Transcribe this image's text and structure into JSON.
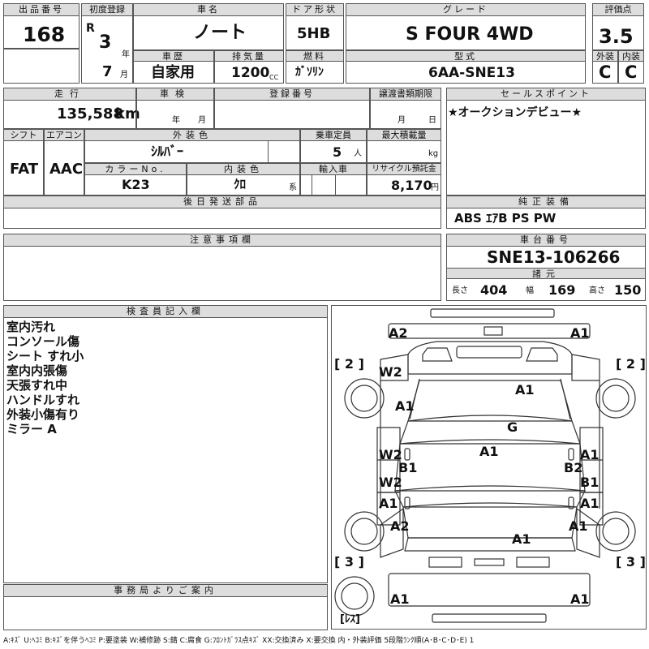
{
  "header": {
    "lot_no_label": "出品番号",
    "lot_no": "168",
    "first_reg_label": "初度登録",
    "era": "R",
    "year": "3",
    "year_unit": "年",
    "month": "7",
    "month_unit": "月",
    "car_name_label": "車名",
    "car_name": "ノート",
    "history_label": "車歴",
    "history": "自家用",
    "displacement_label": "排気量",
    "displacement": "1200",
    "displacement_unit": "CC",
    "door_label": "ドア形状",
    "door": "5HB",
    "fuel_label": "燃料",
    "fuel": "ｶﾞｿﾘﾝ",
    "grade_label": "グレード",
    "grade": "S FOUR 4WD",
    "model_label": "型式",
    "model": "6AA-SNE13",
    "score_label": "評価点",
    "score": "3.5",
    "exterior_label": "外装",
    "exterior": "C",
    "interior_label": "内装",
    "interior": "C"
  },
  "row2": {
    "mileage_label": "走行",
    "mileage": "135,588",
    "mileage_unit": "km",
    "inspection_label": "車検",
    "insp_year_unit": "年",
    "insp_month_unit": "月",
    "reg_no_label": "登録番号",
    "transfer_label": "譲渡書類期限",
    "transfer_month_unit": "月",
    "transfer_day_unit": "日",
    "shift_label": "シフト",
    "shift": "FAT",
    "ac_label": "エアコン",
    "ac": "AAC",
    "ext_color_label": "外装色",
    "ext_color": "ｼﾙﾊﾞｰ",
    "capacity_label": "乗車定員",
    "capacity": "5",
    "capacity_unit": "人",
    "max_load_label": "最大積載量",
    "max_load_unit": "kg",
    "color_no_label": "カラーNo.",
    "color_no": "K23",
    "int_color_label": "内装色",
    "int_color": "ｸﾛ",
    "int_color_unit": "系",
    "import_label": "輸入車",
    "recycle_label": "リサイクル預託金",
    "recycle": "8,170",
    "recycle_unit": "円"
  },
  "sales_point_label": "セールスポイント",
  "sales_point": "★オークションデビュー★",
  "later_parts_label": "後日発送部品",
  "options_label": "純正装備",
  "options": "ABS ｴｱB PS PW",
  "notes_label": "注意事項欄",
  "chassis_label": "車台番号",
  "chassis": "SNE13-106266",
  "dims_label": "諸元",
  "dims": {
    "length_label": "長さ",
    "length": "404",
    "width_label": "幅",
    "width": "169",
    "height_label": "高さ",
    "height": "150"
  },
  "inspector_label": "検査員記入欄",
  "inspector_lines": [
    "室内汚れ",
    "コンソール傷",
    "シート すれ小",
    "室内内張傷",
    "天張すれ中",
    "ハンドルすれ",
    "外装小傷有り",
    "ミラー A"
  ],
  "office_label": "事務局よりご案内",
  "legend": "A:ｷｽﾞ U:ﾍｺﾐ B:ｷｽﾞを伴うﾍｺﾐ P:要塗装 W:補修跡 S:錆 C:腐食 G:ﾌﾛﾝﾄｶﾞﾗｽ点ｷｽﾞ XX:交換済み X:要交換 内・外装評価 5段階ﾗﾝｸ順(A･B･C･D･E) 1",
  "map_marks": {
    "a2_front_left": "A2",
    "a1_front_right": "A1",
    "tire_fl": "[ 2 ]",
    "tire_fr": "[ 2 ]",
    "w2_fl_fender": "W2",
    "a1_fl_fender": "A1",
    "a1_hood": "A1",
    "g_windshield": "G",
    "a1_roof": "A1",
    "w2_front_door_l": "W2",
    "a1_front_door_r": "A1",
    "b1_pillar_l": "B1",
    "b2_pillar_r": "B2",
    "w2_rear_door_l": "W2",
    "b1_rear_door_r": "B1",
    "a1_rear_door_l": "A1",
    "a1_rear_door_r": "A1",
    "a2_rl_fender": "A2",
    "a1_rl_fender_r": "A1",
    "a1_trunk": "A1",
    "tire_rl": "[ 3 ]",
    "tire_rr": "[ 3 ]",
    "a1_rear_bumper_l": "A1",
    "a1_rear_bumper_r": "A1",
    "spare": "[ﾚｽ]"
  }
}
